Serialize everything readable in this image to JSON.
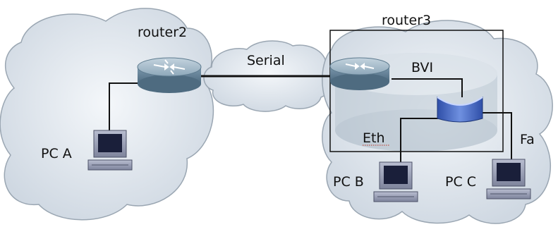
{
  "labels": {
    "router2": "router2",
    "router3": "router3",
    "serial": "Serial",
    "bvi": "BVI",
    "eth": "Eth",
    "fa": "Fa",
    "pc_a": "PC A",
    "pc_b": "PC B",
    "pc_c": "PC C"
  },
  "colors": {
    "cloud_fill": "#dfe6ee",
    "cloud_stroke": "#9aa6b2",
    "router_body": "#6f8ea3",
    "router_top": "#9fb7c7",
    "bridge_fill": "#4a6fc7",
    "pc_fill": "#9aa0b8",
    "link": "#111111"
  },
  "icons": {
    "router": "router-icon",
    "bridge": "bridge-icon",
    "pc": "pc-icon",
    "cloud": "cloud-icon"
  }
}
